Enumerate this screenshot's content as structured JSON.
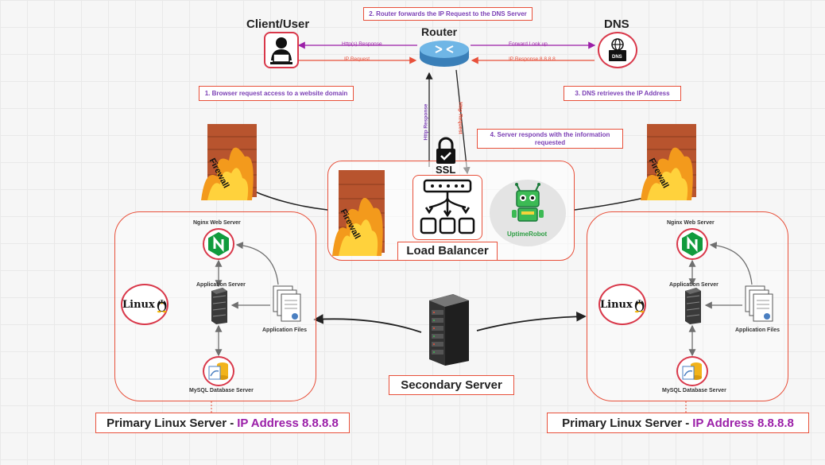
{
  "nodes": {
    "client": "Client/User",
    "router": "Router",
    "dns": "DNS",
    "dns_icon_text": "DNS",
    "ssl": "SSL",
    "load_balancer": "Load Balancer",
    "uptime_robot": "UptimeRobot",
    "secondary_server": "Secondary Server",
    "firewall": "Firewall"
  },
  "notes": {
    "step1": "1.  Browser request access to a website domain",
    "step2": "2.  Router forwards the IP Request to the DNS Server",
    "step3": "3.  DNS retrieves the IP Address",
    "step4": "4.  Server responds with the information requested"
  },
  "edges": {
    "client_response": "Http(s) Response",
    "client_request": "IP Request",
    "dns_forward": "Forward Look up",
    "dns_response": "IP Response 8.8.8.8",
    "lb_response": "Http Response",
    "lb_request": "Http Request"
  },
  "primary_left": {
    "nginx": "Nginx Web Server",
    "app_server": "Application Server",
    "app_files": "Application Files",
    "mysql": "MySQL Database Server",
    "os": "Linux",
    "title": "Primary Linux Server -",
    "ip": "IP Address 8.8.8.8"
  },
  "primary_right": {
    "nginx": "Nginx Web Server",
    "app_server": "Application Server",
    "app_files": "Application Files",
    "mysql": "MySQL Database Server",
    "os": "Linux",
    "title": "Primary Linux Server -",
    "ip": "IP Address 8.8.8.8"
  },
  "colors": {
    "accent_orange": "#e8503a",
    "purple": "#9b1fa8",
    "note_text": "#7b3fb5",
    "icon_border": "#d9384a",
    "nginx_green": "#119b3d"
  }
}
